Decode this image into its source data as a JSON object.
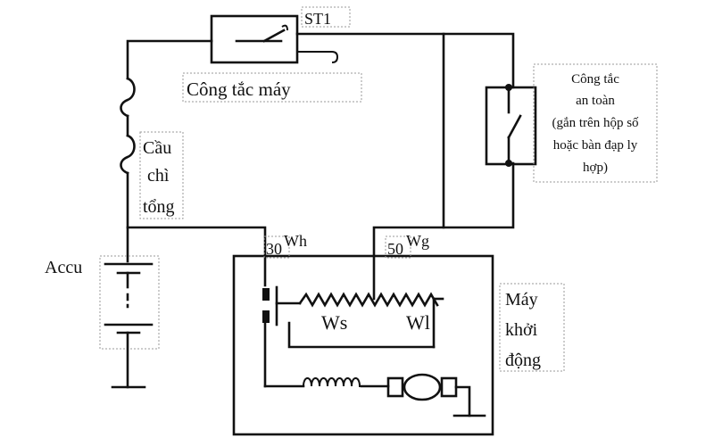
{
  "labels": {
    "st1": "ST1",
    "ignition_switch": "Công tắc máy",
    "main_fuse": [
      "Cầu",
      "chì",
      "tổng"
    ],
    "battery": "Accu",
    "safety_switch": [
      "Công tắc",
      "an toàn",
      "(gắn trên hộp số",
      "hoặc bàn đạp ly",
      "hợp)"
    ],
    "terminal_30": "30",
    "terminal_wh": "Wh",
    "terminal_50": "50",
    "terminal_wg": "Wg",
    "coil_ws": "Ws",
    "coil_wl": "Wl",
    "starter": [
      "Máy",
      "khởi",
      "động"
    ]
  }
}
